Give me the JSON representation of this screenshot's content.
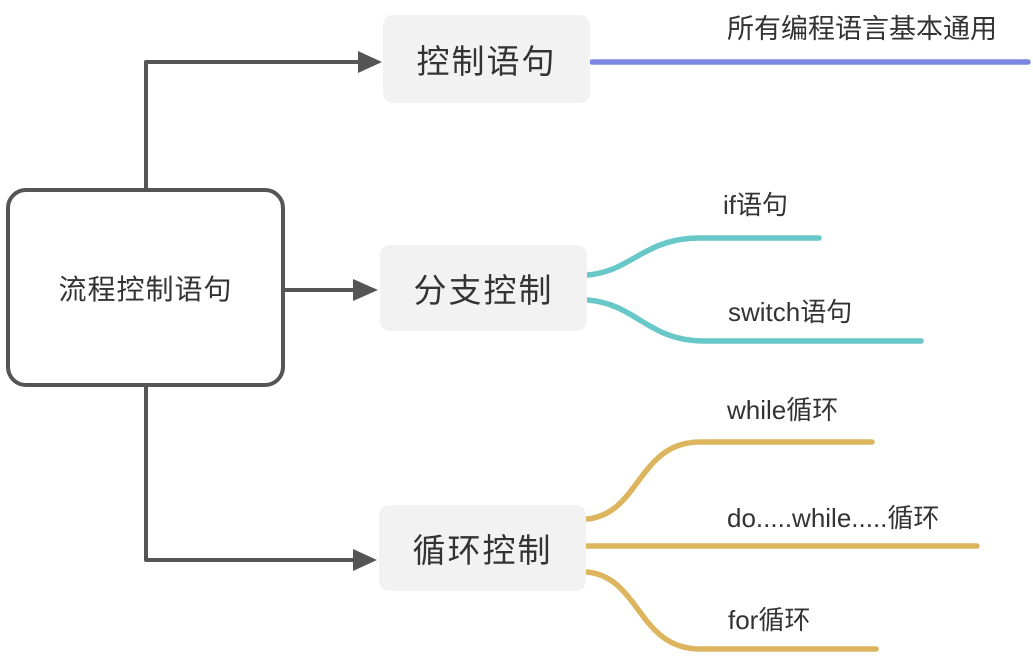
{
  "diagram": {
    "type": "mindmap",
    "root": {
      "label": "流程控制语句"
    },
    "branches": [
      {
        "id": "control",
        "label": "控制语句",
        "color": "#7b86e0",
        "children": [
          {
            "label": "所有编程语言基本通用"
          }
        ]
      },
      {
        "id": "branch",
        "label": "分支控制",
        "color": "#68c7c7",
        "children": [
          {
            "label": "if语句"
          },
          {
            "label": "switch语句"
          }
        ]
      },
      {
        "id": "loop",
        "label": "循环控制",
        "color": "#ddb55e",
        "children": [
          {
            "label": "while循环"
          },
          {
            "label": "do.....while.....循环"
          },
          {
            "label": "for循环"
          }
        ]
      }
    ],
    "palette": {
      "connector": "#555555",
      "node_border": "#555555",
      "node_background": "#f2f2f2",
      "text": "#333333",
      "background": "#ffffff"
    }
  }
}
